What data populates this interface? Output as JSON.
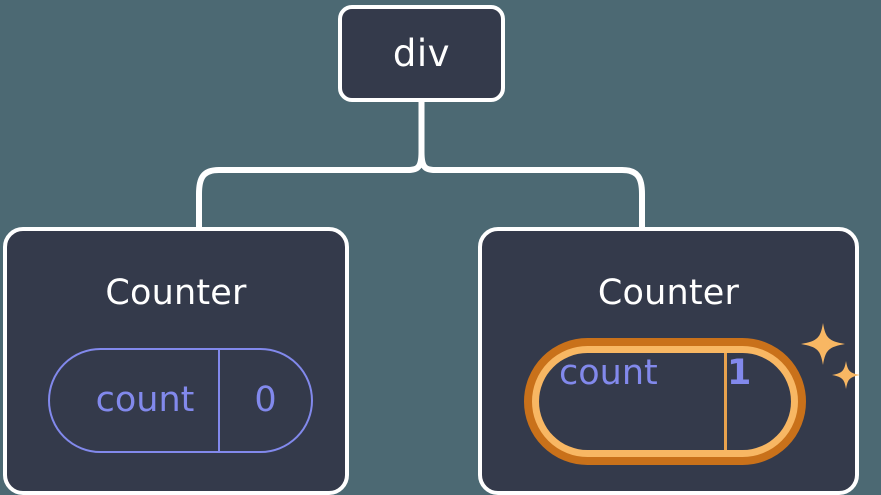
{
  "diagram": {
    "type": "component-tree",
    "background_color": "#4c6973",
    "node_fill": "#343a4b",
    "node_border_color": "#ffffff",
    "connector_color": "#ffffff",
    "root": {
      "label": "div"
    },
    "children": [
      {
        "title": "Counter",
        "highlighted": false,
        "state": {
          "key": "count",
          "value": "0",
          "border_color": "#8289ec",
          "text_color": "#8289ec"
        }
      },
      {
        "title": "Counter",
        "highlighted": true,
        "state": {
          "key": "count",
          "value": "1",
          "ring_outer_color": "#c9711a",
          "ring_inner_color": "#f8b763",
          "divider_color": "#e8a24e",
          "text_color": "#8289ec"
        },
        "decorations": [
          {
            "icon": "sparkle-icon",
            "color": "#f8b763",
            "size": "large"
          },
          {
            "icon": "sparkle-icon",
            "color": "#f8b763",
            "size": "small"
          }
        ]
      }
    ]
  }
}
